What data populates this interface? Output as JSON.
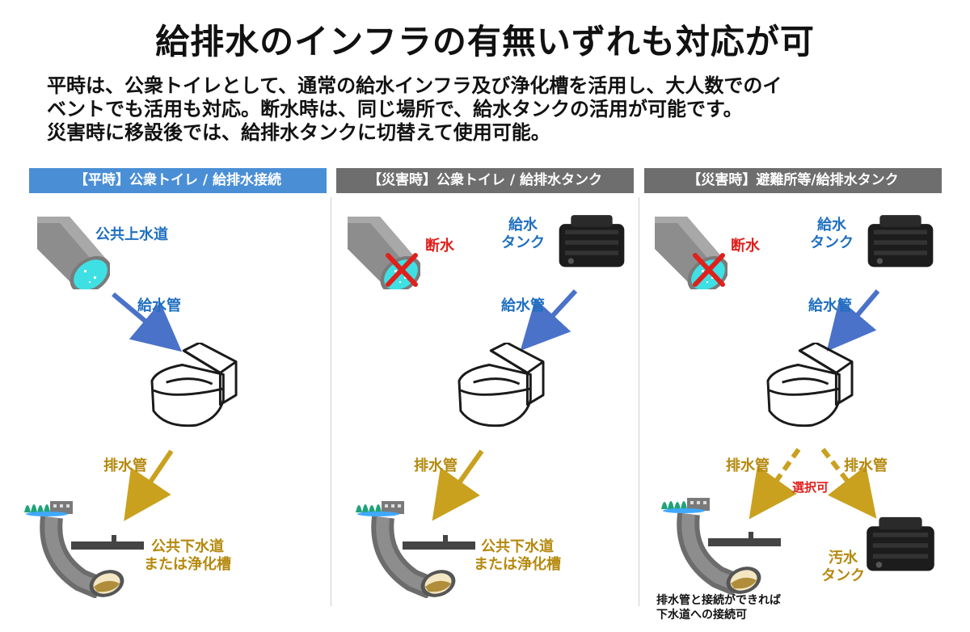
{
  "title": "給排水のインフラの有無いずれも対応が可",
  "description": [
    "平時は、公衆トイレとして、通常の給水インフラ及び浄化槽を活用し、大人数でのイ",
    "ベントでも活用も対応。断水時は、同じ場所で、給水タンクの活用が可能です。",
    "災害時に移設後では、給排水タンクに切替えて使用可能。"
  ],
  "panels": [
    {
      "header": "【平時】公衆トイレ / 給排水接続",
      "water_source_label": "公共上水道",
      "supply_pipe_label": "給水管",
      "drain_pipe_label": "排水管",
      "sewer_label_line1": "公共下水道",
      "sewer_label_line2": "または浄化槽"
    },
    {
      "header": "【災害時】公衆トイレ / 給排水タンク",
      "outage_label": "断水",
      "tank_label_line1": "給水",
      "tank_label_line2": "タンク",
      "supply_pipe_label": "給水管",
      "drain_pipe_label": "排水管",
      "sewer_label_line1": "公共下水道",
      "sewer_label_line2": "または浄化槽"
    },
    {
      "header": "【災害時】避難所等/給排水タンク",
      "outage_label": "断水",
      "tank_label_line1": "給水",
      "tank_label_line2": "タンク",
      "supply_pipe_label": "給水管",
      "drain_pipe_label_left": "排水管",
      "drain_pipe_label_right": "排水管",
      "selectable_label": "選択可",
      "waste_tank_label_line1": "汚水",
      "waste_tank_label_line2": "タンク",
      "note_line1": "排水管と接続ができれば",
      "note_line2": "下水道への接続可"
    }
  ],
  "colors": {
    "header_blue": "#4a8fd6",
    "header_gray": "#6e6e6e",
    "supply_arrow": "#4a72c8",
    "drain_arrow": "#c9a11f",
    "water": "#3fe0e4",
    "cross": "#e0201c",
    "sludge": "#b08d3a"
  }
}
